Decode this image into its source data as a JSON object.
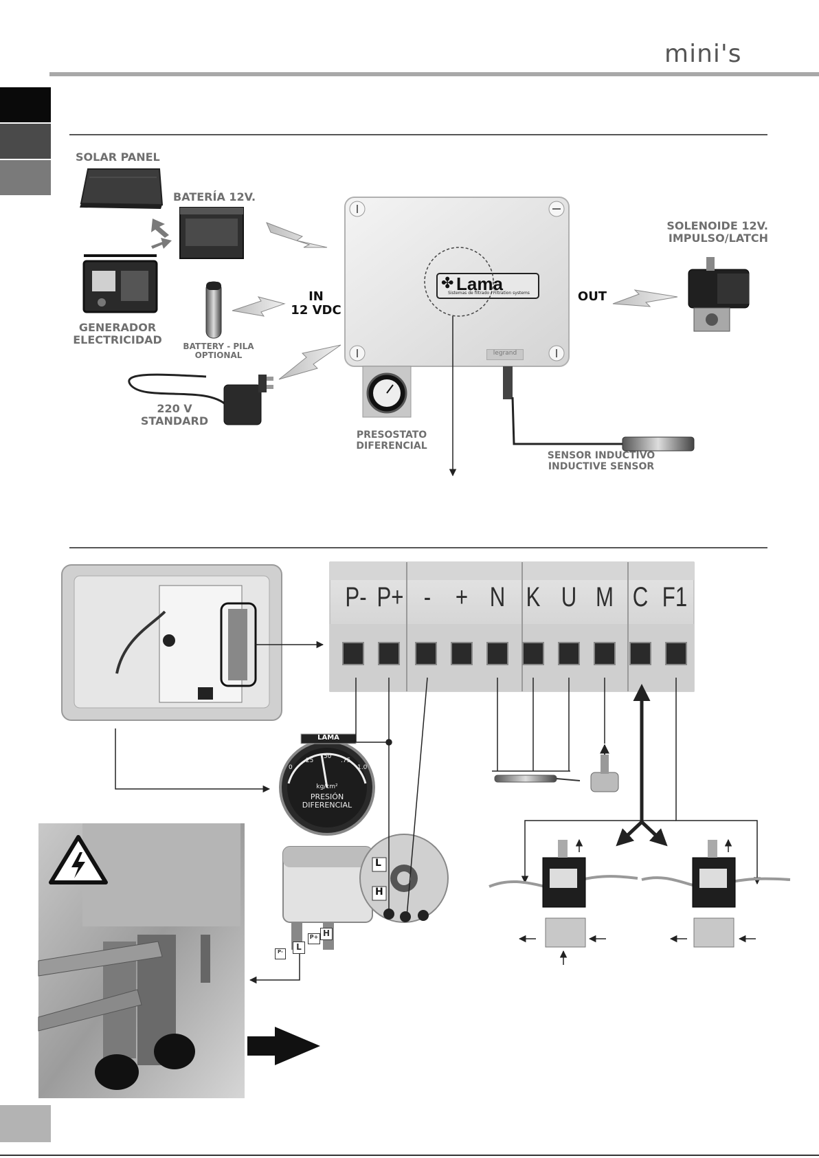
{
  "header": {
    "brand": "mini's"
  },
  "section1": {
    "labels": {
      "solar_panel": "SOLAR PANEL",
      "bateria": "BATERÍA 12V.",
      "generador_1": "GENERADOR",
      "generador_2": "ELECTRICIDAD",
      "battery_pila_1": "BATTERY - PILA",
      "battery_pila_2": "OPTIONAL",
      "v220_1": "220 V",
      "v220_2": "STANDARD",
      "in_1": "IN",
      "in_2": "12 VDC",
      "out": "OUT",
      "solenoide_1": "SOLENOIDE 12V.",
      "solenoide_2": "IMPULSO/LATCH",
      "presostato_1": "PRESOSTATO",
      "presostato_2": "DIFERENCIAL",
      "sensor_1": "SENSOR INDUCTIVO",
      "sensor_2": "INDUCTIVE SENSOR"
    },
    "controller": {
      "logo": "Lama",
      "tagline": "Sistemas de filtrado / Filtration systems",
      "plate": "legrand"
    }
  },
  "section2": {
    "terminals": [
      "P-",
      "P+",
      "-",
      "+",
      "N",
      "K",
      "U",
      "M",
      "C",
      "F1"
    ],
    "gauge": {
      "brand": "LAMA",
      "unit": "kg/cm²",
      "title_1": "PRESIÓN",
      "title_2": "DIFERENCIAL",
      "scale": [
        "0",
        ".25",
        ".50",
        ".75",
        "1.0"
      ]
    },
    "switch_labels": {
      "L": "L",
      "H": "H",
      "P_minus": "P-",
      "P_plus": "P+"
    }
  }
}
